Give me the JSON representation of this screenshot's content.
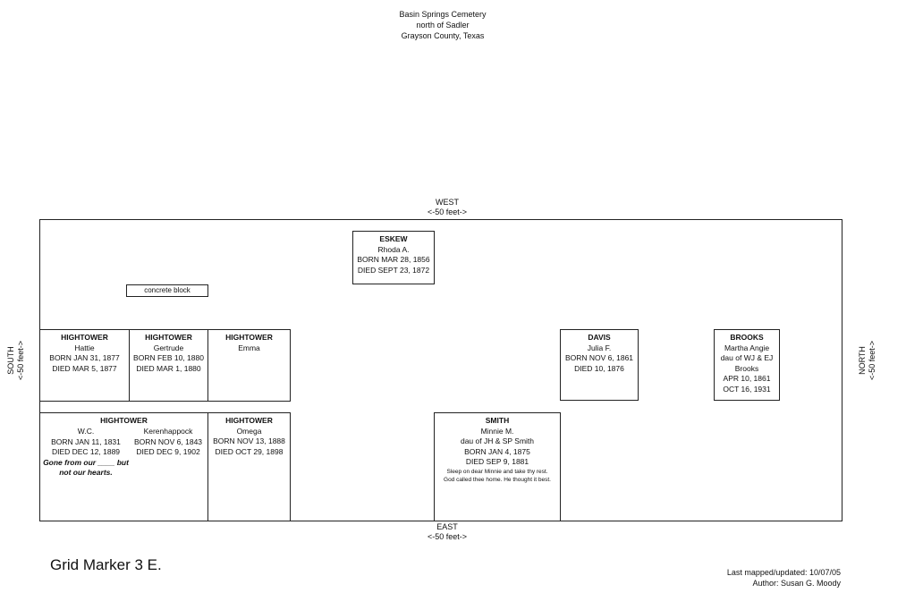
{
  "header": {
    "line1": "Basin Springs Cemetery",
    "line2": "north of Sadler",
    "line3": "Grayson County, Texas"
  },
  "directions": {
    "west": "WEST",
    "west_scale": "<-50 feet->",
    "east": "EAST",
    "east_scale": "<-50 feet->",
    "south": "SOUTH",
    "south_scale": "<-50 feet->",
    "north": "NORTH",
    "north_scale": "<-50 feet->"
  },
  "concrete_block": "concrete block",
  "graves": {
    "eskew": {
      "surname": "ESKEW",
      "lines": [
        "Rhoda A.",
        "BORN MAR 28, 1856",
        "DIED SEPT 23, 1872"
      ]
    },
    "hightower_hattie": {
      "surname": "HIGHTOWER",
      "lines": [
        "Hattie",
        "BORN JAN 31, 1877",
        "DIED MAR 5, 1877"
      ]
    },
    "hightower_gertrude": {
      "surname": "HIGHTOWER",
      "lines": [
        "Gertrude",
        "BORN FEB 10, 1880",
        "DIED MAR 1, 1880"
      ]
    },
    "hightower_emma": {
      "surname": "HIGHTOWER",
      "lines": [
        "Emma"
      ]
    },
    "davis": {
      "surname": "DAVIS",
      "lines": [
        "Julia F.",
        "BORN NOV 6, 1861",
        "DIED 10, 1876"
      ]
    },
    "brooks": {
      "surname": "BROOKS",
      "lines": [
        "Martha Angie",
        "dau of WJ & EJ",
        "Brooks",
        "APR 10, 1861",
        "OCT 16, 1931"
      ]
    },
    "hightower_wc": {
      "surname": "HIGHTOWER",
      "left": [
        "W.C.",
        "BORN JAN 11, 1831",
        "DIED DEC 12, 1889"
      ],
      "left_epitaph": [
        "Gone from our ____ but",
        "not our hearts."
      ],
      "right": [
        "Kerenhappock",
        "BORN NOV 6, 1843",
        "DIED DEC 9, 1902"
      ]
    },
    "hightower_omega": {
      "surname": "HIGHTOWER",
      "lines": [
        "Omega",
        "BORN NOV 13, 1888",
        "DIED OCT 29, 1898"
      ]
    },
    "smith": {
      "surname": "SMITH",
      "lines": [
        "Minnie M.",
        "dau of JH & SP Smith",
        "BORN JAN 4, 1875",
        "DIED SEP 9, 1881"
      ],
      "epitaph": [
        "Sleep on dear Minnie and take thy rest.",
        "God called thee home. He thought it best."
      ]
    }
  },
  "grid_marker": "Grid Marker 3 E.",
  "footer": {
    "mapped": "Last mapped/updated: 10/07/05",
    "author": "Author: Susan G. Moody"
  }
}
